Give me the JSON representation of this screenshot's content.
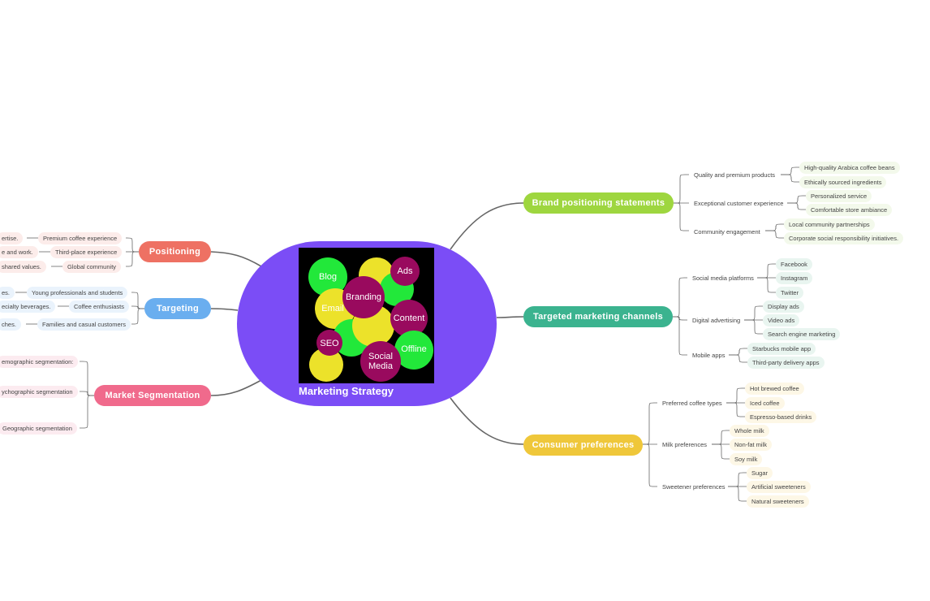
{
  "center": {
    "title": "Marketing Strategy",
    "bubbles": [
      "Blog",
      "Ads",
      "Branding",
      "Email",
      "Content",
      "SEO",
      "Social Media",
      "Offline"
    ],
    "colors": {
      "bg": "#7B4DF6",
      "green": "#22E83A",
      "yellow": "#ECE22A",
      "maroon": "#990A5E"
    }
  },
  "right": [
    {
      "label": "Brand positioning statements",
      "color": "#9ED63F",
      "tint": "#F3F9EB",
      "children": [
        {
          "label": "Quality and premium products",
          "leaves": [
            "High-quality Arabica coffee beans",
            "Ethically sourced ingredients"
          ]
        },
        {
          "label": "Exceptional customer experience",
          "leaves": [
            "Personalized service",
            "Comfortable store ambiance"
          ]
        },
        {
          "label": "Community engagement",
          "leaves": [
            "Local community partnerships",
            "Corporate social responsibility initiatives."
          ]
        }
      ]
    },
    {
      "label": "Targeted marketing channels",
      "color": "#3BB38F",
      "tint": "#E9F5F0",
      "children": [
        {
          "label": "Social media platforms",
          "leaves": [
            "Facebook",
            "Instagram",
            "Twitter"
          ]
        },
        {
          "label": "Digital advertising",
          "leaves": [
            "Display ads",
            "Video ads",
            "Search engine marketing"
          ]
        },
        {
          "label": "Mobile apps",
          "leaves": [
            "Starbucks mobile app",
            "Third-party delivery apps"
          ]
        }
      ]
    },
    {
      "label": "Consumer preferences",
      "color": "#EFC73A",
      "tint": "#FDF7E6",
      "children": [
        {
          "label": "Preferred coffee types",
          "leaves": [
            "Hot brewed coffee",
            "Iced coffee",
            "Espresso-based drinks"
          ]
        },
        {
          "label": "Milk preferences",
          "leaves": [
            "Whole milk",
            "Non-fat milk",
            "Soy milk"
          ]
        },
        {
          "label": "Sweetener preferences",
          "leaves": [
            "Sugar",
            "Artificial sweeteners",
            "Natural sweeteners"
          ]
        }
      ]
    }
  ],
  "left": [
    {
      "label": "Positioning",
      "color": "#EE7163",
      "tint": "#FCECEA",
      "children": [
        {
          "label": "Premium coffee experience",
          "leaf": "ertise."
        },
        {
          "label": "Third-place experience",
          "leaf": "e and work."
        },
        {
          "label": "Global community",
          "leaf": "shared values."
        }
      ]
    },
    {
      "label": "Targeting",
      "color": "#6AAEEF",
      "tint": "#EAF3FC",
      "children": [
        {
          "label": "Young professionals and students",
          "leaf": "es."
        },
        {
          "label": "Coffee enthusiasts",
          "leaf": "ecialty beverages."
        },
        {
          "label": "Families and casual customers",
          "leaf": "ches."
        }
      ]
    },
    {
      "label": "Market Segmentation",
      "color": "#F06A8C",
      "tint": "#FCEBF0",
      "children": [
        {
          "label": "emographic segmentation:"
        },
        {
          "label": "ychographic segmentation"
        },
        {
          "label": "Geographic segmentation"
        }
      ]
    }
  ],
  "connector_color": "#666666"
}
